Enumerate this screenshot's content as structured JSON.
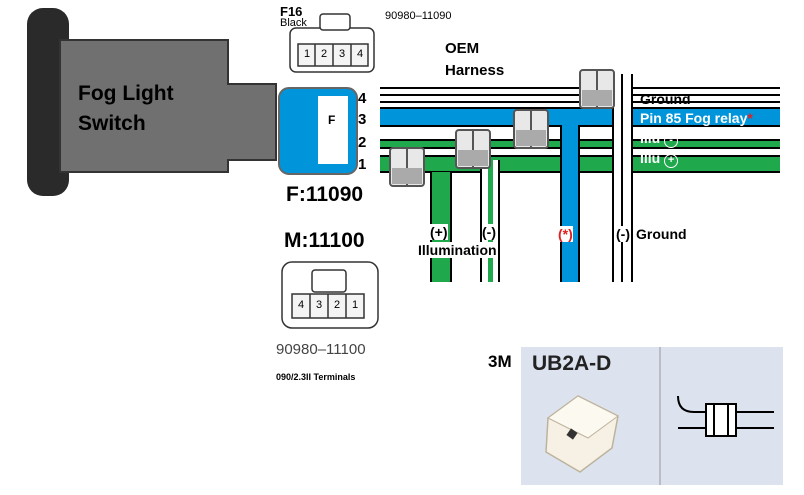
{
  "switch": {
    "line1": "Fog Light",
    "line2": "Switch"
  },
  "f16": {
    "title": "F16",
    "color": "Black",
    "pins": [
      "1",
      "2",
      "3",
      "4"
    ],
    "part_number": "90980–11090"
  },
  "oem_harness": {
    "line1": "OEM",
    "line2": "Harness"
  },
  "connector_face": {
    "label": "F",
    "pins": [
      "4",
      "3",
      "2",
      "1"
    ],
    "code": "F:11090"
  },
  "male": {
    "code": "M:11100",
    "pins": [
      "4",
      "3",
      "2",
      "1"
    ],
    "part_number": "90980–11100",
    "terminals": "090/2.3II Terminals"
  },
  "wires": {
    "ground": "Ground",
    "pin85": "Pin 85 Fog relay",
    "illu_neg": "Illu",
    "illu_pos": "Illu",
    "neg_sym": "-",
    "pos_sym": "+"
  },
  "drops": {
    "plus": "(+)",
    "minus": "(-)",
    "illumination": "Illumination",
    "star": "(*)",
    "ground_minus": "(-)",
    "ground": "Ground"
  },
  "product": {
    "brand": "3M",
    "model": "UB2A-D"
  },
  "colors": {
    "blue": "#0095DA",
    "green": "#1FA84C",
    "switch_gray": "#707070",
    "panel": "#DCE3EF",
    "star": "#E02020"
  }
}
